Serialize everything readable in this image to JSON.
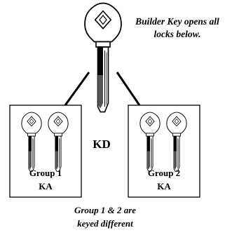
{
  "diagram": {
    "builder_note_line1": "Builder Key opens all",
    "builder_note_line2": "locks below.",
    "center_label": "KD",
    "group1_line1": "Group 1",
    "group1_line2": "KA",
    "group2_line1": "Group 2",
    "group2_line2": "KA",
    "bottom_note_line1": "Group 1 & 2 are",
    "bottom_note_line2": "keyed different"
  },
  "icons": {
    "master": "builder-key-icon",
    "group_key": "key-icon"
  },
  "colors": {
    "ink": "#000000",
    "background": "#ffffff"
  }
}
